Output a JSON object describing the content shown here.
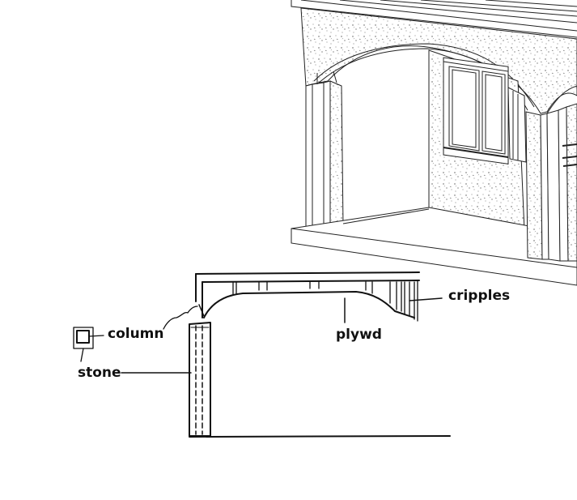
{
  "labels": {
    "cripples": "cripples",
    "plywd": "plywd",
    "column": "column",
    "stone": "stone"
  },
  "colors": {
    "ink": "#111111",
    "background": "#ffffff",
    "stucco_speck": "#555555"
  }
}
